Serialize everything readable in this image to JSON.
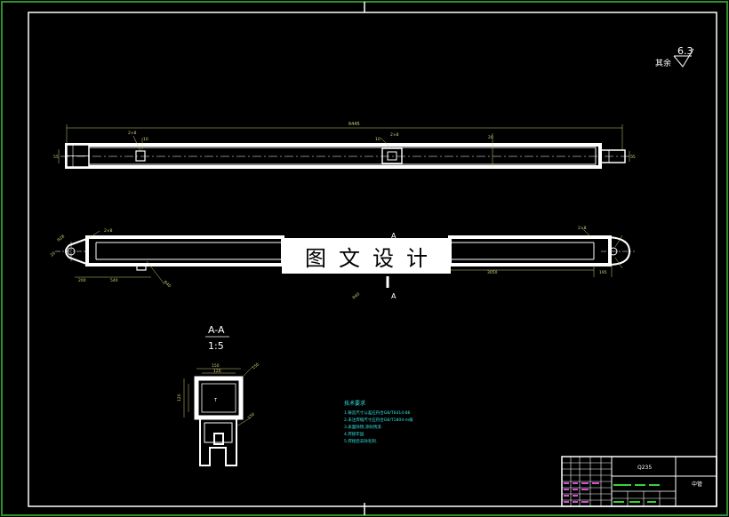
{
  "drawing": {
    "roughness_label": "其余",
    "roughness_value": "6.3",
    "overall_length": "6445",
    "section_title": "A-A",
    "section_scale": "1:5",
    "section_mark_top": "A",
    "section_mark_bottom": "A",
    "dims": {
      "top_left_1": "2×8",
      "top_left_2": "10",
      "top_left_3": "55",
      "top_mid_1": "10",
      "top_mid_2": "2×8",
      "top_right_1": "20",
      "top_right_2": "55",
      "side_left_1": "R28",
      "side_left_2": "2×8",
      "side_left_3": "20",
      "side_left_4": "200",
      "side_left_5": "540",
      "side_left_6": "R40",
      "side_mid_1": "R40",
      "side_right_1": "2×8",
      "side_right_2": "3050",
      "side_right_3": "195",
      "sec_top": "150",
      "sec_top2": "120",
      "sec_left": "120",
      "sec_right": "150",
      "sec_low": "150"
    },
    "tech_req": {
      "title": "技术要求",
      "items": [
        "1.铸造尺寸公差应符合GB/T6414-86",
        "2.未注焊缝尺寸应符合GB/T1804-m级",
        "3.表面除锈,涂防锈漆.",
        "4.焊接牢固.",
        "5.焊接后去除毛刺."
      ]
    }
  },
  "title_block": {
    "material": "Q235",
    "part_name": "中管"
  },
  "watermark": "图文设计",
  "colors": {
    "background": "#000000",
    "frame_outer": "#2f8f2f",
    "line": "#ffffff",
    "dim": "#cfcf7a",
    "cyan": "#35e0e0",
    "magenta": "#d24fd2",
    "green_text": "#35d235"
  }
}
